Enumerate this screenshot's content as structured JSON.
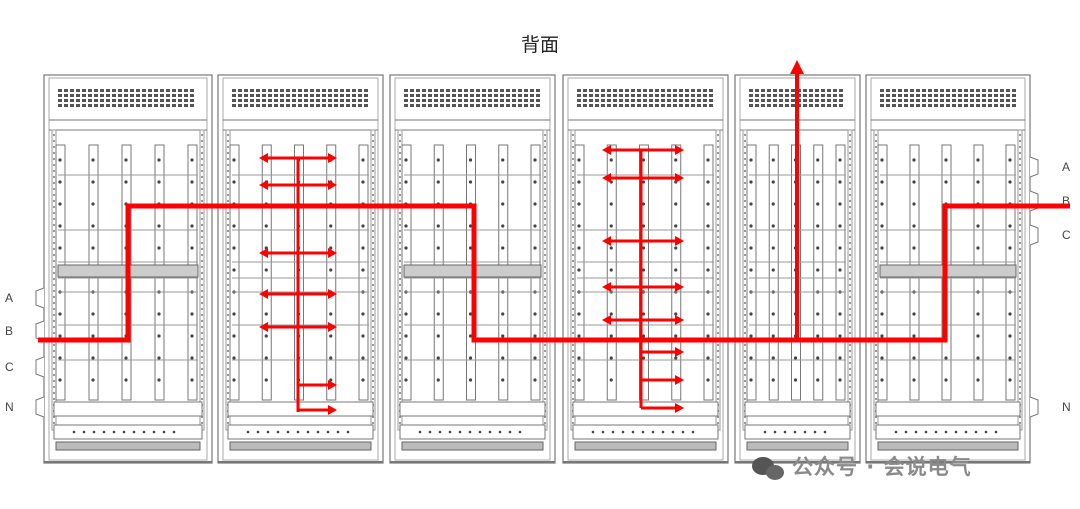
{
  "title": "背面",
  "phase_labels_left": [
    "A",
    "B",
    "C",
    "N"
  ],
  "phase_labels_right": [
    "A",
    "B",
    "C",
    "N"
  ],
  "watermark": "公众号 · 会说电气",
  "colors": {
    "busbar_path": "#ff0000",
    "line": "#777777",
    "text": "#444444"
  },
  "cabinet_count": 6
}
